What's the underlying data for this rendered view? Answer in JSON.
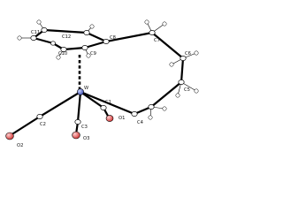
{
  "figure": {
    "atom_labels": {
      "w": "W",
      "c1": "C1",
      "c2": "C2",
      "c3": "C3",
      "c4": "C4",
      "c5": "C5",
      "c6": "C6",
      "c7": "C7",
      "c8": "C8",
      "c9": "C9",
      "c10": "C10",
      "c11": "C11",
      "c12": "C12",
      "o1": "O1",
      "o2": "O2",
      "o3": "O3"
    },
    "colors": {
      "oxygen": "#e05a5a",
      "metal": "#5566cc",
      "carbon": "#ffffff",
      "bond": "#000000"
    }
  }
}
